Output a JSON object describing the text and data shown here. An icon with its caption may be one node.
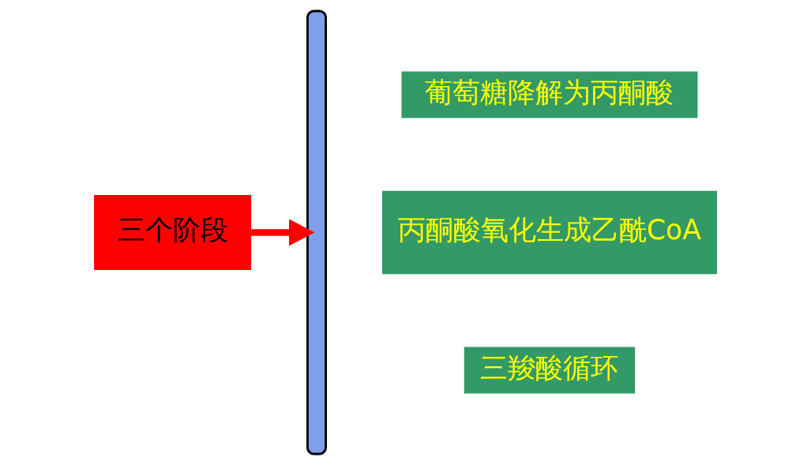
{
  "diagram": {
    "nodes": [
      {
        "text": [
          "三个阶段"
        ]
      },
      {
        "text": [],
        "shape": "brace"
      },
      {
        "text": [
          "葡萄糖降解为丙酮酸"
        ]
      },
      {
        "text": [
          "丙酮酸氧化生成乙酰CoA"
        ]
      },
      {
        "text": [
          "三羧酸循环"
        ]
      }
    ],
    "edges": [
      {
        "from": 0,
        "to": 1,
        "arrow": "to"
      }
    ]
  }
}
